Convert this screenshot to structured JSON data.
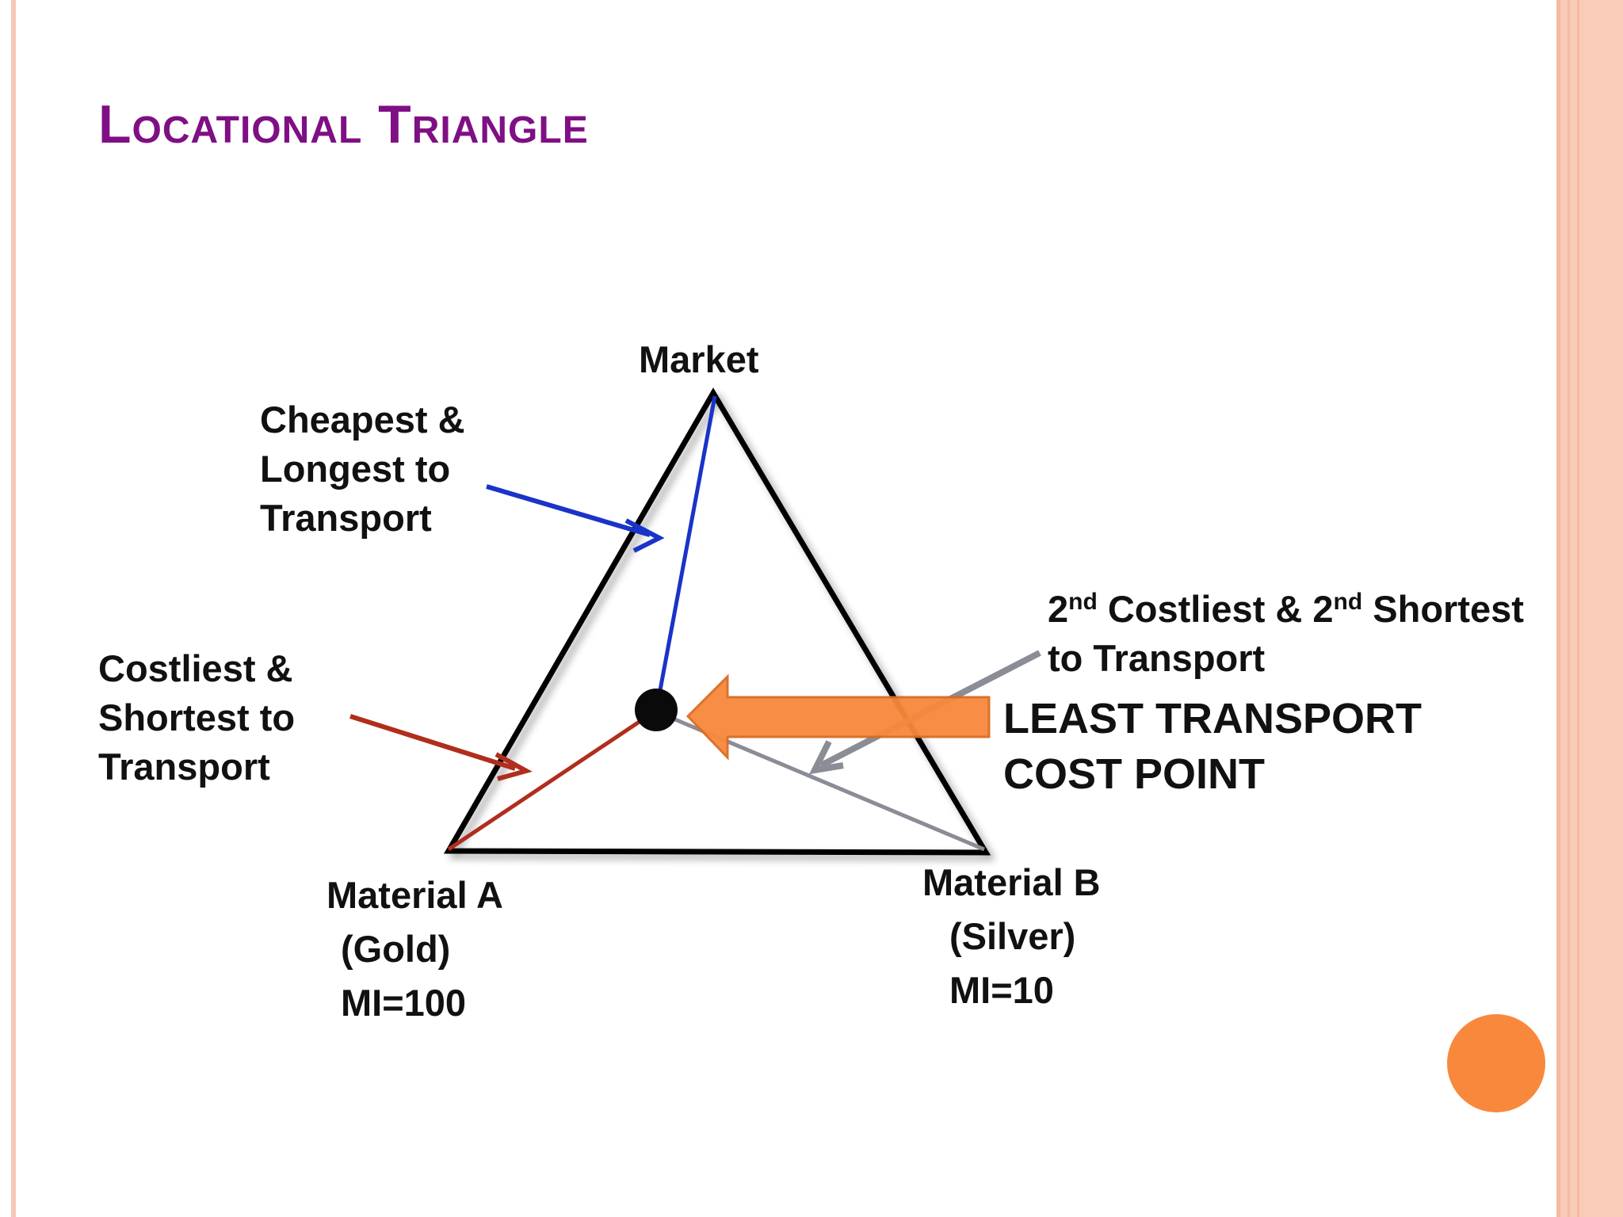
{
  "slide": {
    "title": "Locational Triangle"
  },
  "vertices": {
    "market": {
      "label": "Market"
    },
    "material_a": {
      "name": "Material A",
      "type": "(Gold)",
      "index": "MI=100"
    },
    "material_b": {
      "name": "Material B",
      "type": "(Silver)",
      "index": "MI=10"
    }
  },
  "annotations": {
    "market_leg": [
      "Cheapest &",
      "Longest to",
      "Transport"
    ],
    "material_a_leg": [
      "Costliest  &",
      "Shortest  to",
      "Transport"
    ],
    "material_b_leg": {
      "line1": {
        "a": "2",
        "a_sup": "nd",
        "b": " Costliest & 2",
        "b_sup": "nd",
        "c": " Shortest"
      },
      "line2": "to  Transport"
    },
    "least_cost_point": [
      "LEAST TRANSPORT",
      "COST  POINT"
    ]
  },
  "colors": {
    "title": "#7f0f84",
    "market_leg": "#1a33c8",
    "material_a_leg": "#b02e1c",
    "material_b_leg": "#8a8c96",
    "callout_arrow": "#f8893c",
    "accent_dot": "#f8893c",
    "frame_band": "#f9cbb9"
  },
  "icons": {
    "least_cost_point": "filled-black-circle",
    "callout": "block-arrow-left"
  }
}
